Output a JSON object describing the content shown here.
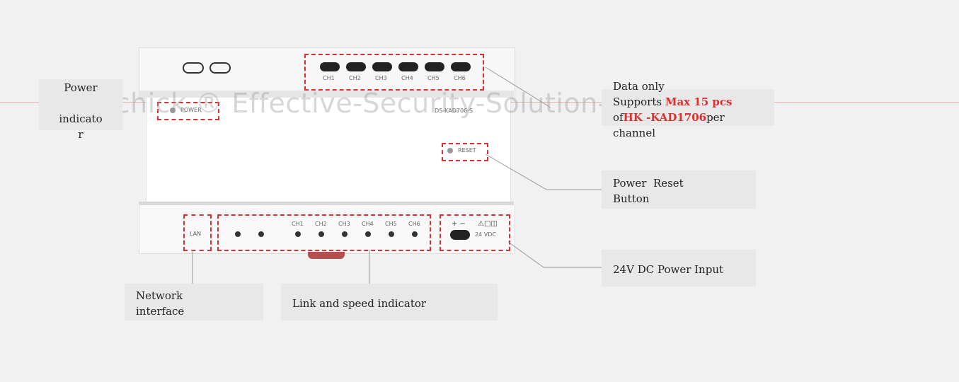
{
  "watermark": "Schick ®   Effective-Security-Solution-Schick ®",
  "device": {
    "model": "DS-KAD706-S",
    "power_label": "POWER",
    "reset_label": "RESET",
    "lan_label": "LAN",
    "vdc_label": "24 VDC",
    "plus_minus": "+ −",
    "warn_symbol": "⚠□◫",
    "top_channels": [
      "CH1",
      "CH2",
      "CH3",
      "CH4",
      "CH5",
      "CH6"
    ],
    "bottom_channels": [
      "CH1",
      "CH2",
      "CH3",
      "CH4",
      "CH5",
      "CH6"
    ]
  },
  "callouts": {
    "power_indicator": {
      "line1": "Power",
      "line2": "indicato",
      "line3": "r"
    },
    "data_only": {
      "line1": "Data only",
      "line2_a": "Supports ",
      "line2_b": "Max 15 pcs",
      "line3_a": "of",
      "line3_b": "HK -KAD1706",
      "line3_c": "per",
      "line4": "channel"
    },
    "power_reset": {
      "line1": "Power  Reset",
      "line2": "Button"
    },
    "dc_input": {
      "label": "24V DC Power Input"
    },
    "network": {
      "line1": "Network",
      "line2": "interface"
    },
    "link_speed": {
      "label": "Link and speed indicator"
    }
  },
  "colors": {
    "highlight": "#d93030",
    "callout_bg": "#e9e8e8",
    "background": "#f2f1f1"
  }
}
